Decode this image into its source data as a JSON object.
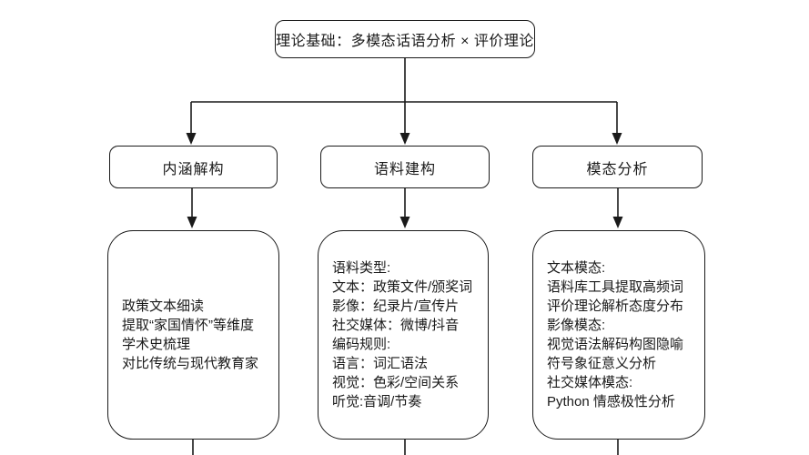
{
  "diagram": {
    "background": "#ffffff",
    "ink_color": "#1a1a1a",
    "root": {
      "label": "理论基础：多模态话语分析 × 评价理论"
    },
    "columns": [
      {
        "header": "内涵解构",
        "details": [
          "政策文本细读",
          "提取“家国情怀”等维度",
          "学术史梳理",
          "对比传统与现代教育家"
        ]
      },
      {
        "header": "语料建构",
        "details": [
          "语料类型:",
          "文本：政策文件/颁奖词",
          "影像：纪录片/宣传片",
          "社交媒体：微博/抖音",
          "编码规则:",
          "语言：词汇语法",
          "视觉：色彩/空间关系",
          "听觉:音调/节奏"
        ]
      },
      {
        "header": "模态分析",
        "details": [
          "文本模态:",
          "语料库工具提取高频词",
          "评价理论解析态度分布",
          "影像模态:",
          "视觉语法解码构图隐喻",
          "符号象征意义分析",
          "社交媒体模态:",
          "Python 情感极性分析"
        ]
      }
    ]
  }
}
